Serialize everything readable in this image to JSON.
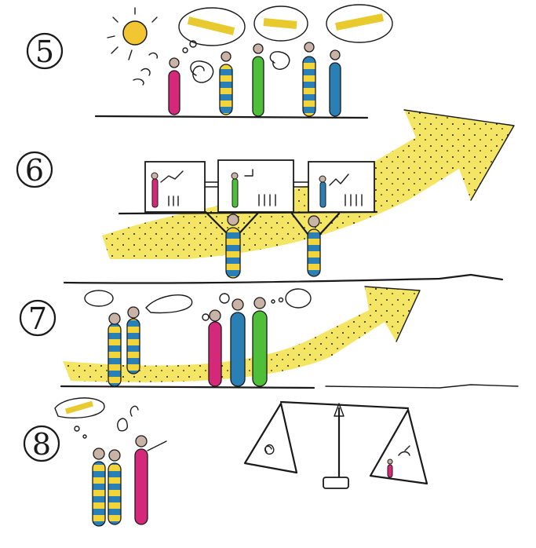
{
  "steps": [
    {
      "label": "5"
    },
    {
      "label": "6"
    },
    {
      "label": "7"
    },
    {
      "label": "8"
    }
  ],
  "colors": {
    "yellow": "#f2e04a",
    "magenta": "#d6287a",
    "blue": "#2a7fb4",
    "green": "#4fbf3a",
    "ink": "#1a1a1a",
    "skin": "#c9b3a6"
  },
  "icons": [
    "sun-icon",
    "thought-bubble-icon",
    "growth-arrow-icon",
    "balance-scale-icon",
    "spiral-icon"
  ]
}
